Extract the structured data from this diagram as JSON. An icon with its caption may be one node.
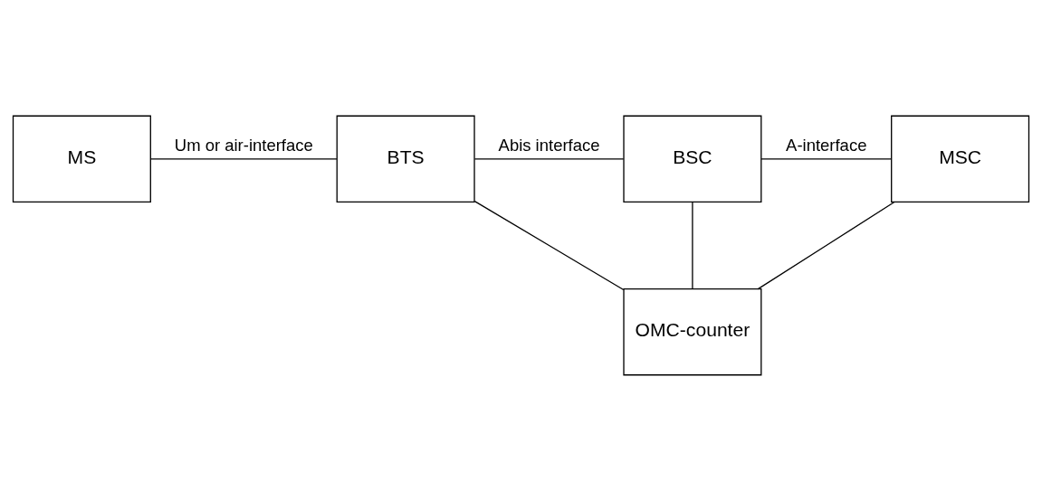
{
  "diagram": {
    "nodes": [
      {
        "text": [
          "MS"
        ]
      },
      {
        "text": [
          "BTS"
        ]
      },
      {
        "text": [
          "BSC"
        ]
      },
      {
        "text": [
          "MSC"
        ]
      },
      {
        "text": [
          "OMC-counter"
        ]
      }
    ],
    "edges": [
      {
        "from": 0,
        "to": 1,
        "arrow": "none",
        "label": "Um or air-interface"
      },
      {
        "from": 1,
        "to": 2,
        "arrow": "none",
        "label": "Abis interface"
      },
      {
        "from": 2,
        "to": 3,
        "arrow": "none",
        "label": "A-interface"
      },
      {
        "from": 1,
        "to": 4,
        "arrow": "none"
      },
      {
        "from": 2,
        "to": 4,
        "arrow": "none"
      },
      {
        "from": 3,
        "to": 4,
        "arrow": "none"
      }
    ]
  }
}
